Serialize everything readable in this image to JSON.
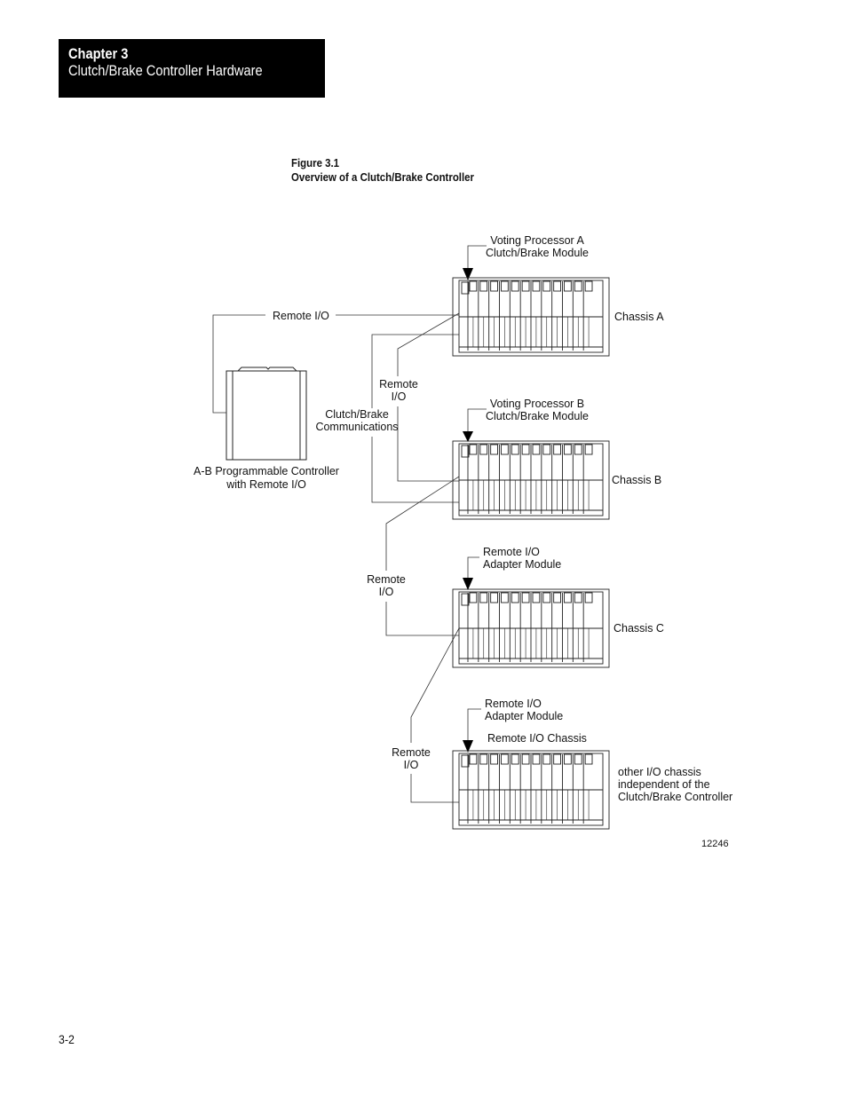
{
  "header": {
    "chapter": "Chapter 3",
    "title": "Clutch/Brake Controller Hardware"
  },
  "figure": {
    "number": "Figure 3.1",
    "title": "Overview of a Clutch/Brake Controller",
    "labels": {
      "voting_a": [
        "Voting Processor A",
        "Clutch/Brake Module"
      ],
      "chassis_a": "Chassis A",
      "remote_io_main": "Remote I/O",
      "remote_io_ab": [
        "Remote",
        "I/O"
      ],
      "cb_comm": [
        "Clutch/Brake",
        "Communications"
      ],
      "plc": [
        "A-B Programmable Controller",
        "with Remote I/O"
      ],
      "voting_b": [
        "Voting Processor B",
        "Clutch/Brake Module"
      ],
      "chassis_b": "Chassis B",
      "adapter_c": [
        "Remote I/O",
        "Adapter Module"
      ],
      "remote_io_bc": [
        "Remote",
        "I/O"
      ],
      "chassis_c": "Chassis C",
      "adapter_d": [
        "Remote I/O",
        "Adapter Module"
      ],
      "remote_io_chassis": "Remote I/O Chassis",
      "remote_io_cd": [
        "Remote",
        "I/O"
      ],
      "other_chassis": [
        "other I/O chassis",
        "independent of the",
        "Clutch/Brake Controller"
      ],
      "fig_code": "12246"
    }
  },
  "footer": {
    "page_number": "3-2"
  }
}
